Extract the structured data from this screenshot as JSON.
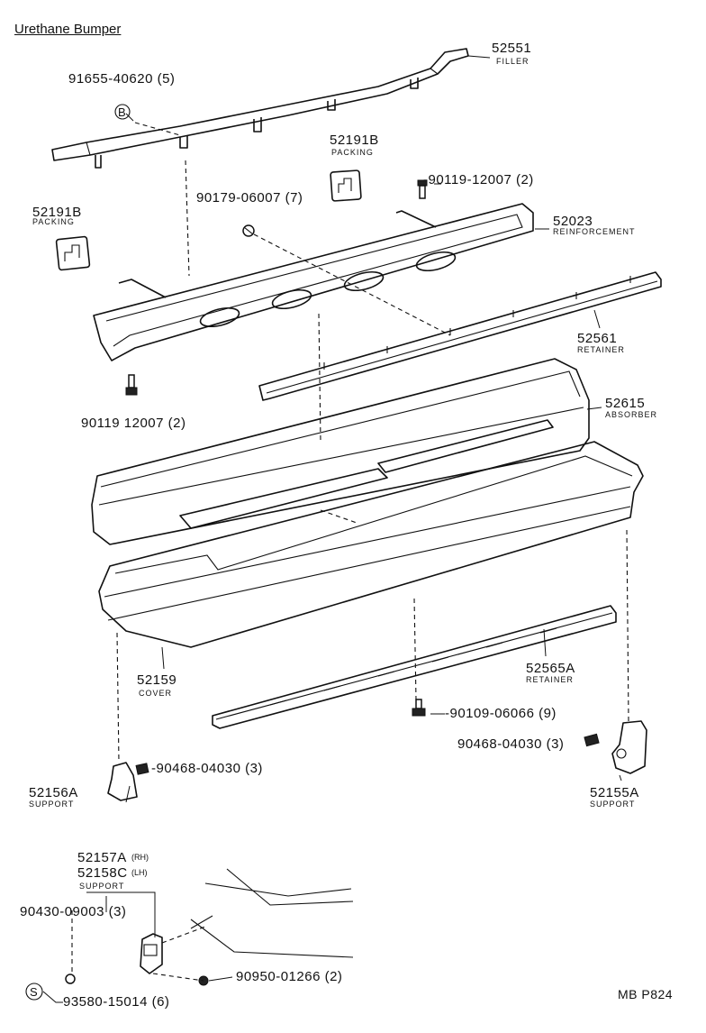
{
  "title": "Urethane Bumper",
  "footer_code": "MB P824",
  "parts": {
    "filler": {
      "number": "52551",
      "name": "FILLER"
    },
    "screw_b": {
      "number": "91655-40620 (5)",
      "ref": "B"
    },
    "packing_right": {
      "number": "52191B",
      "name": "PACKING"
    },
    "packing_left": {
      "number": "52191B",
      "name": "PACKING"
    },
    "nut_top": {
      "number": "90179-06007 (7)"
    },
    "bolt_top": {
      "number": "-90119-12007 (2)"
    },
    "reinforcement": {
      "number": "52023",
      "name": "REINFORCEMENT"
    },
    "retainer_upper": {
      "number": "52561",
      "name": "RETAINER"
    },
    "bolt_left": {
      "number": "90119 12007 (2)"
    },
    "absorber": {
      "number": "52615",
      "name": "ABSORBER"
    },
    "cover": {
      "number": "52159",
      "name": "COVER"
    },
    "retainer_lower": {
      "number": "52565A",
      "name": "RETAINER"
    },
    "bolt_lower": {
      "number": "-90109-06066 (9)"
    },
    "clip_right": {
      "number": "90468-04030 (3)"
    },
    "clip_left": {
      "number": "-90468-04030 (3)"
    },
    "support_right": {
      "number": "52155A",
      "name": "SUPPORT"
    },
    "support_left": {
      "number": "52156A",
      "name": "SUPPORT"
    },
    "support_side_rh": {
      "number": "52157A",
      "suffix": "(RH)"
    },
    "support_side_lh": {
      "number": "52158C",
      "suffix": "(LH)",
      "name": "SUPPORT"
    },
    "nut_side": {
      "number": "90430-09003 (3)"
    },
    "screw_side": {
      "number": "90950-01266 (2)"
    },
    "screw_s": {
      "number": "93580-15014 (6)",
      "ref": "S"
    }
  }
}
